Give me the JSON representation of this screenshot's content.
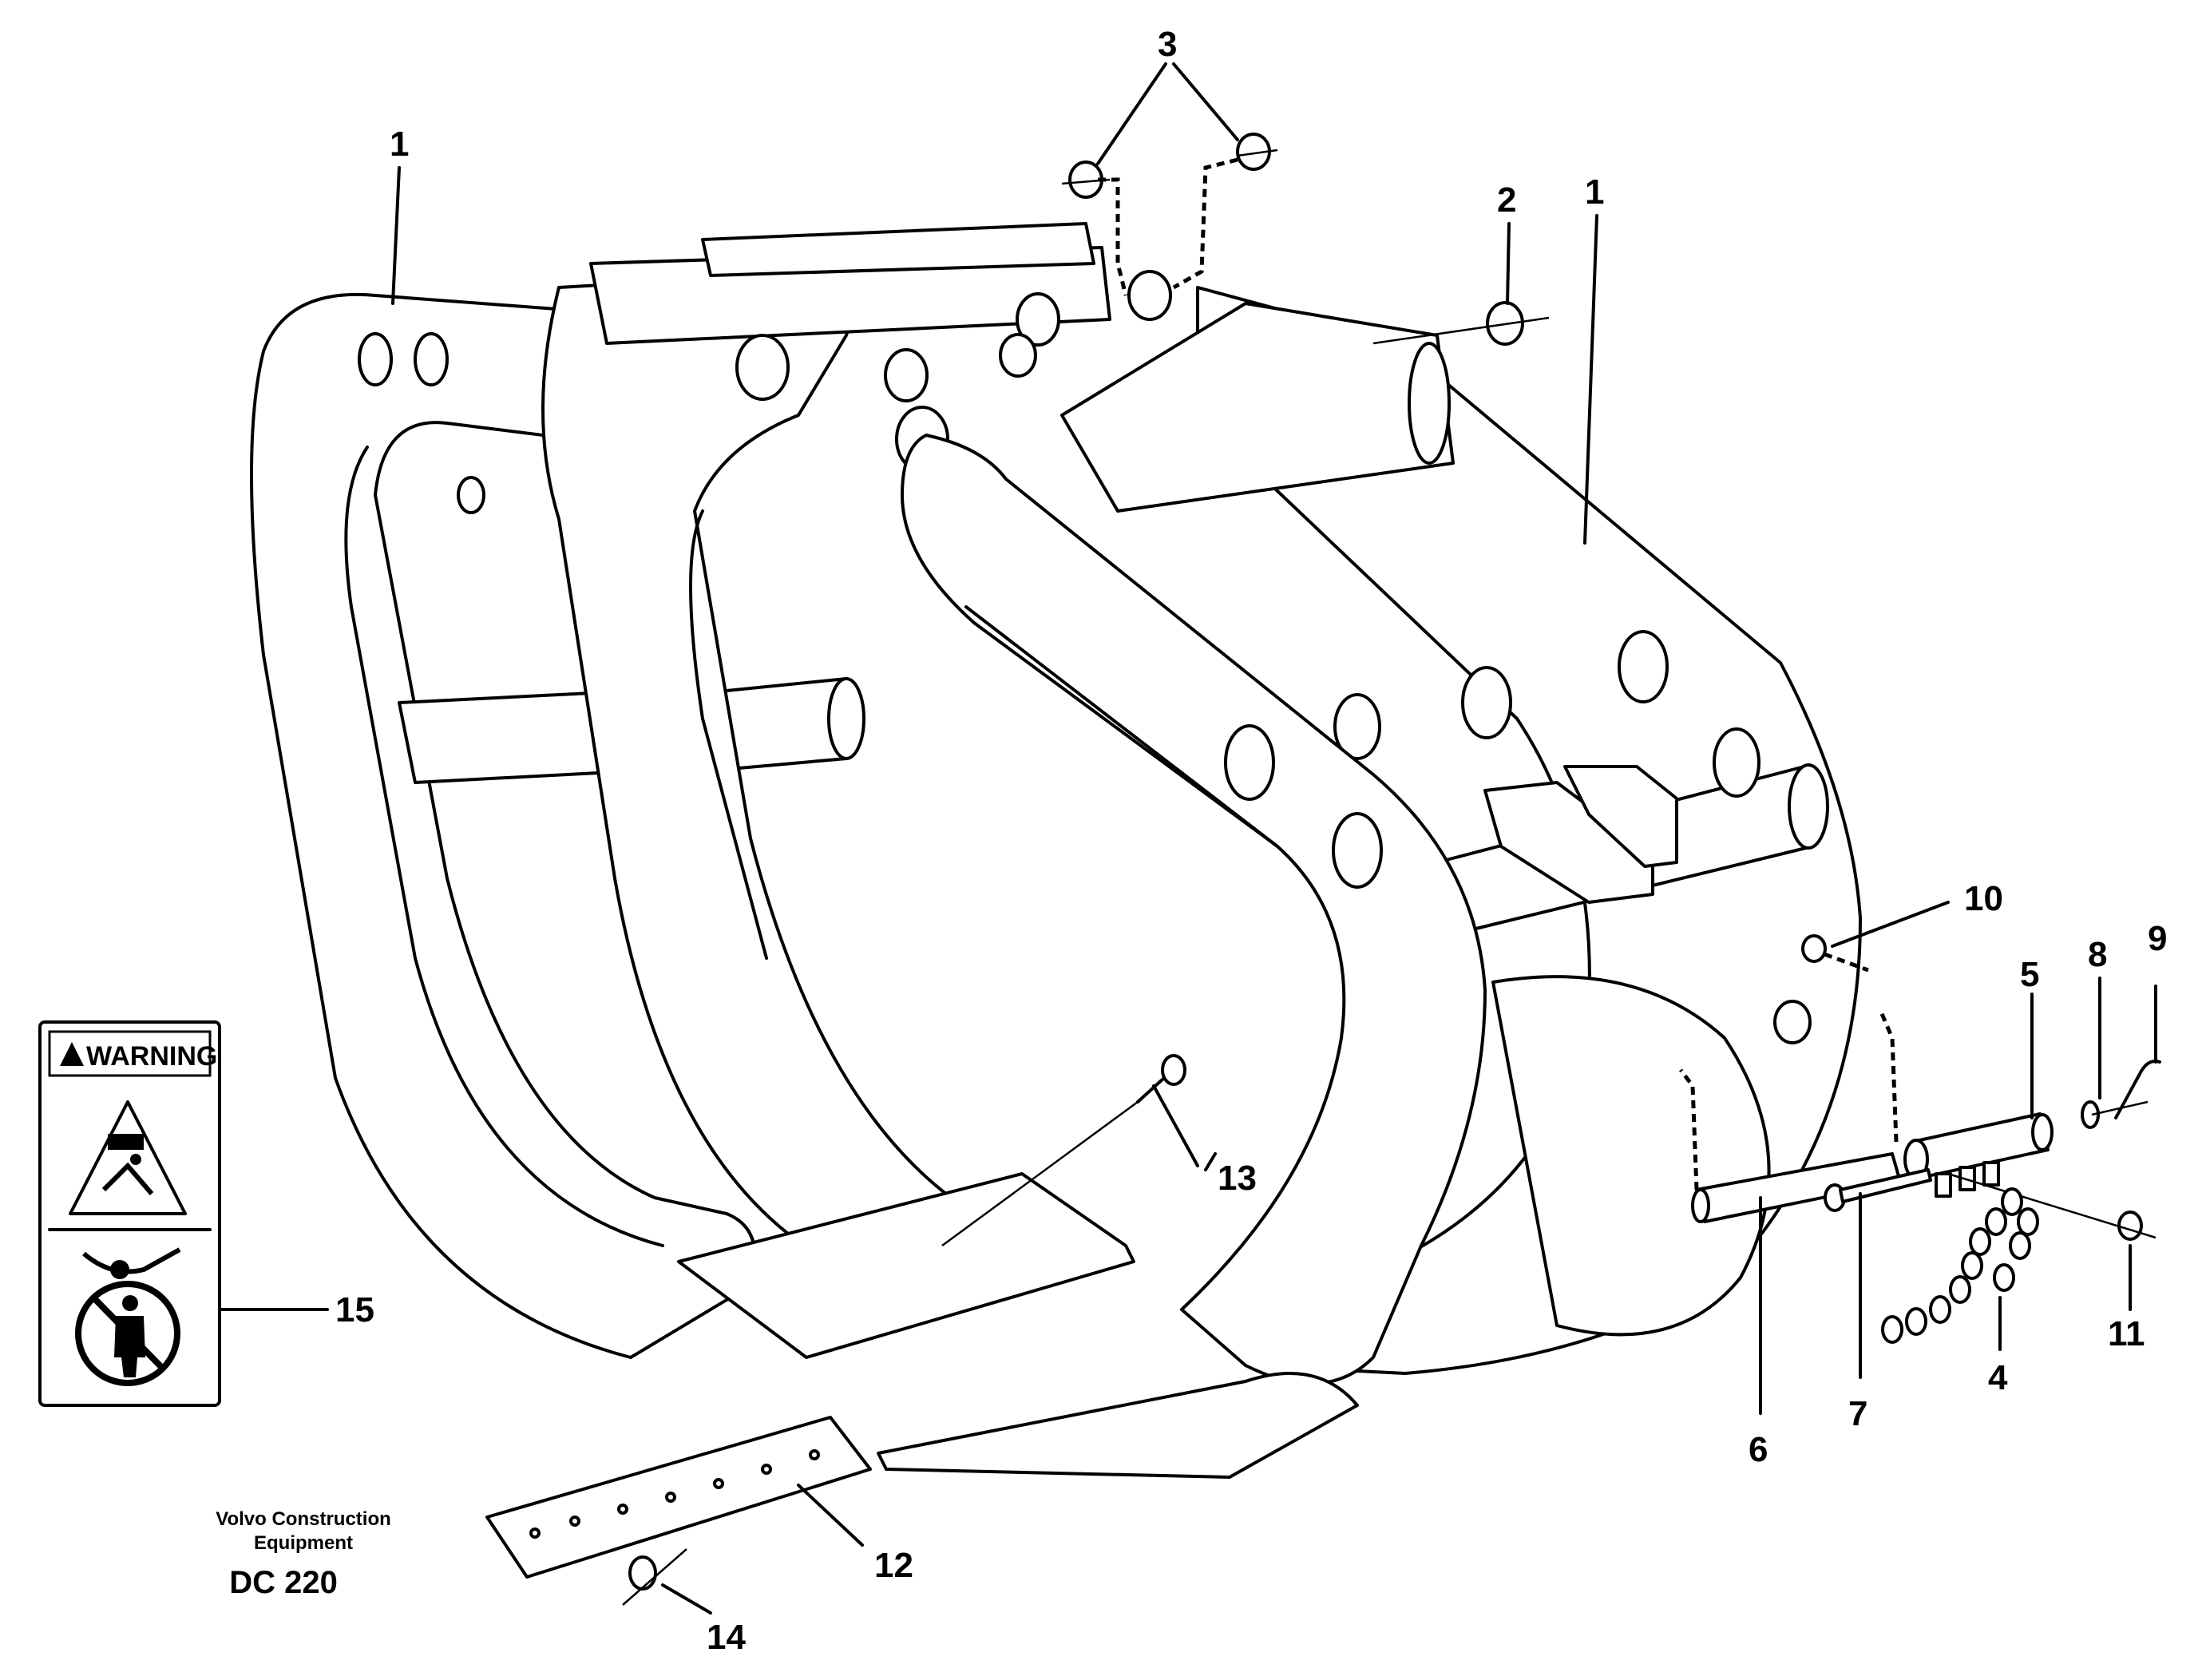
{
  "callouts": {
    "c1a": "1",
    "c1b": "1",
    "c2": "2",
    "c3": "3",
    "c4": "4",
    "c5": "5",
    "c6": "6",
    "c7": "7",
    "c8": "8",
    "c9": "9",
    "c10": "10",
    "c11": "11",
    "c12": "12",
    "c13": "13",
    "c14": "14",
    "c15": "15"
  },
  "warning_sign": {
    "header": "WARNING"
  },
  "caption": {
    "company_line1": "Volvo Construction",
    "company_line2": "Equipment",
    "code": "DC 220"
  }
}
